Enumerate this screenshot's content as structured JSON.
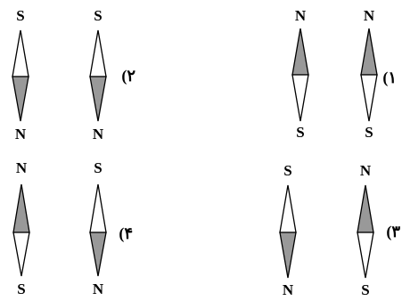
{
  "colors": {
    "needle_dark": "#999999",
    "needle_light": "#ffffff",
    "stroke": "#000000"
  },
  "options": [
    {
      "label": "(۱",
      "needles": [
        {
          "top": "N",
          "bottom": "S",
          "shaded": "top"
        },
        {
          "top": "N",
          "bottom": "S",
          "shaded": "top"
        }
      ]
    },
    {
      "label": "(۲",
      "needles": [
        {
          "top": "S",
          "bottom": "N",
          "shaded": "bottom"
        },
        {
          "top": "S",
          "bottom": "N",
          "shaded": "bottom"
        }
      ]
    },
    {
      "label": "(۳",
      "needles": [
        {
          "top": "S",
          "bottom": "N",
          "shaded": "bottom"
        },
        {
          "top": "N",
          "bottom": "S",
          "shaded": "top"
        }
      ]
    },
    {
      "label": "(۴",
      "needles": [
        {
          "top": "N",
          "bottom": "S",
          "shaded": "top"
        },
        {
          "top": "S",
          "bottom": "N",
          "shaded": "bottom"
        }
      ]
    }
  ]
}
